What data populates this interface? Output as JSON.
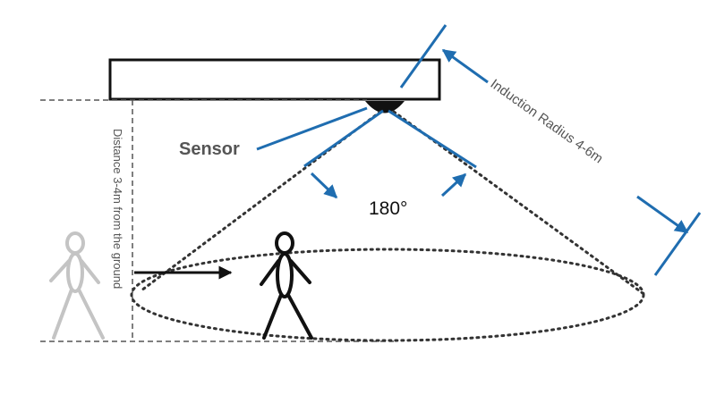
{
  "labels": {
    "sensor": "Sensor",
    "angle": "180°",
    "distance": "Distance 3-4m from the ground",
    "radius": "Induction Radius 4-6m"
  },
  "colors": {
    "accent": "#1f6db0",
    "line": "#111111",
    "dots": "#333333",
    "ghost": "#c4c4c4",
    "label_gray": "#555555",
    "dashed": "#555555"
  }
}
